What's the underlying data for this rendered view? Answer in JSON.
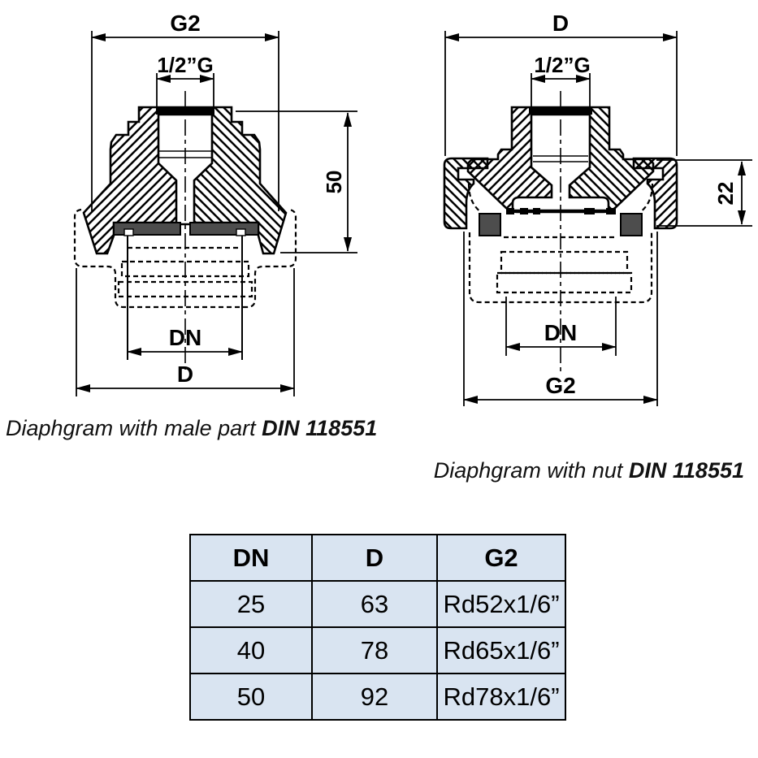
{
  "colors": {
    "ink": "#000000",
    "part_gray": "#4d4d4d",
    "table_bg": "#d9e4f1"
  },
  "drawings": {
    "left": {
      "caption": "Diaphgram with male part",
      "caption_code": "DIN 118551",
      "dim_top_width": "G2",
      "dim_thread": "1/2”G",
      "dim_height": "50",
      "dim_inner_diameter": "DN",
      "dim_bottom_width": "D"
    },
    "right": {
      "caption": "Diaphgram with nut",
      "caption_code": "DIN 118551",
      "dim_top_width": "D",
      "dim_thread": "1/2”G",
      "dim_height": "22",
      "dim_inner_diameter": "DN",
      "dim_bottom_width": "G2"
    }
  },
  "table": {
    "headers": [
      "DN",
      "D",
      "G2"
    ],
    "rows": [
      [
        "25",
        "63",
        "Rd52x1/6”"
      ],
      [
        "40",
        "78",
        "Rd65x1/6”"
      ],
      [
        "50",
        "92",
        "Rd78x1/6”"
      ]
    ]
  }
}
